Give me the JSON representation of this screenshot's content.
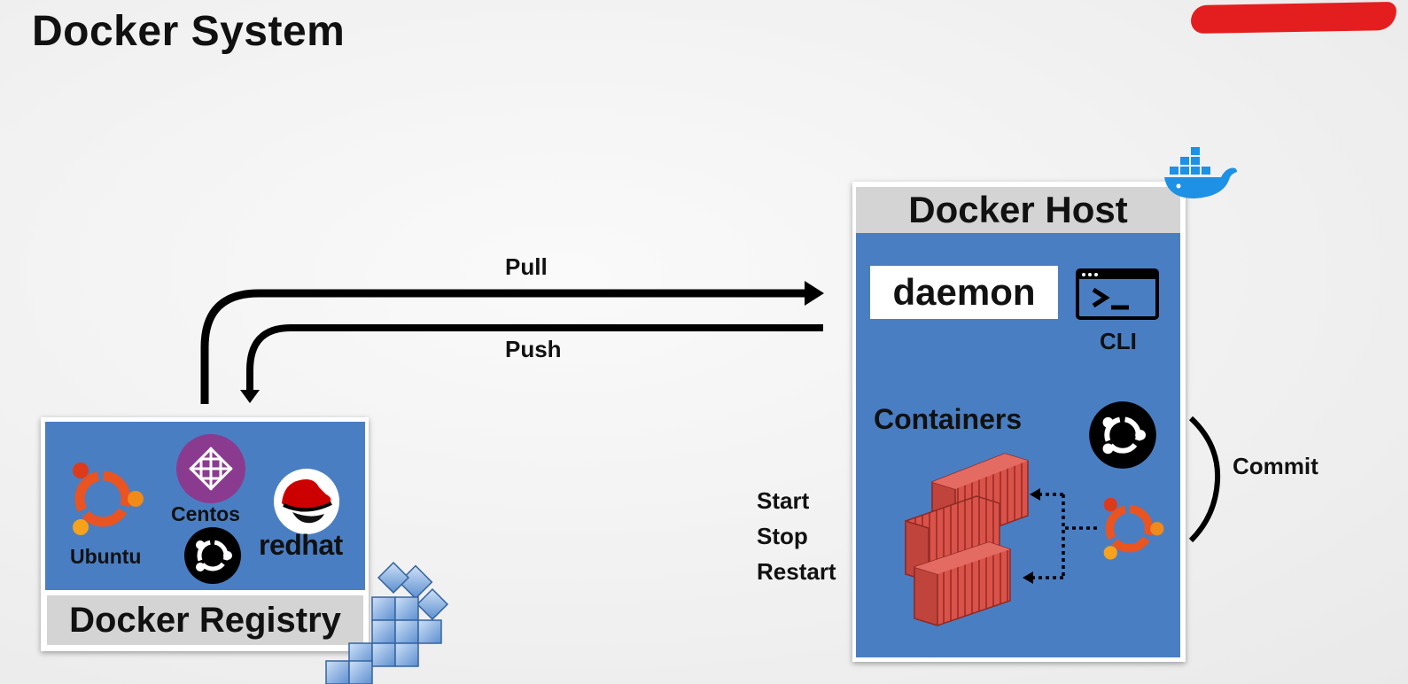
{
  "title": "Docker System",
  "arrows": {
    "pull": "Pull",
    "push": "Push"
  },
  "registry": {
    "label": "Docker Registry",
    "images": {
      "ubuntu": "Ubuntu",
      "centos": "Centos",
      "redhat": "redhat"
    }
  },
  "host": {
    "label": "Docker Host",
    "daemon": "daemon",
    "cli": "CLI",
    "containers": "Containers"
  },
  "actions": [
    "Start",
    "Stop",
    "Restart"
  ],
  "commit": "Commit",
  "colors": {
    "panel_blue": "#4a7ec3",
    "label_gray": "#d4d4d4",
    "container_red": "#d9534a",
    "ubuntu_orange": "#e95420",
    "redaction_red": "#e41e1e"
  },
  "icons": [
    "docker-whale-icon",
    "terminal-icon",
    "ubuntu-logo",
    "centos-logo",
    "redhat-logo",
    "shipping-container-icon",
    "registry-cubes-icon"
  ]
}
